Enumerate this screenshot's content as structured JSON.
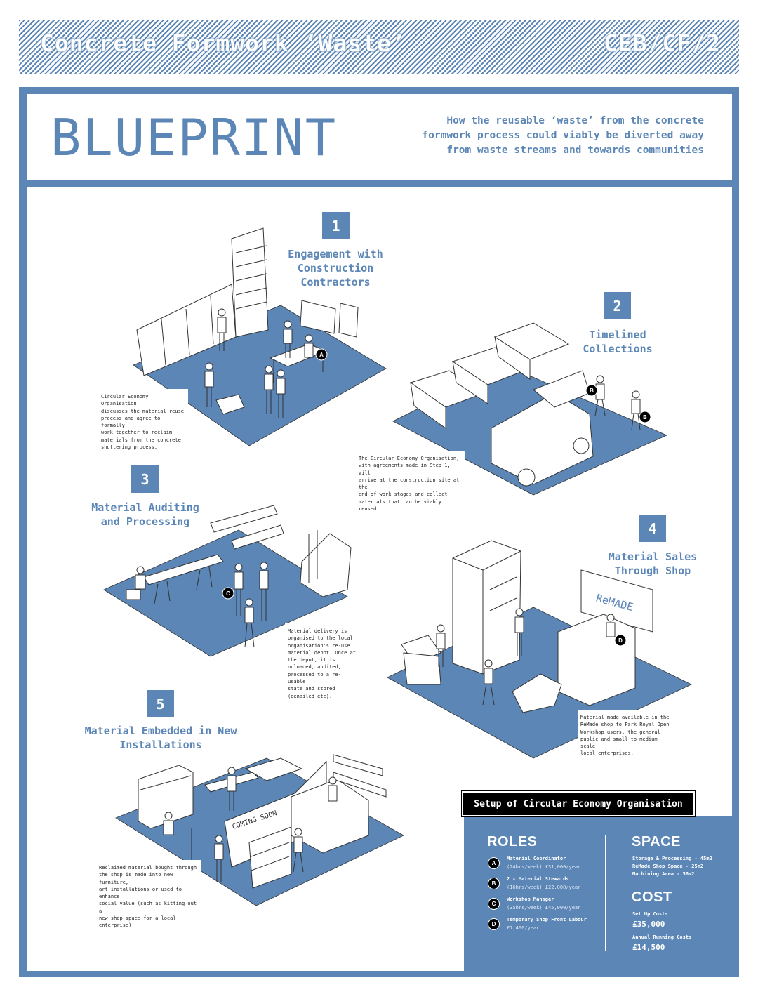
{
  "header": {
    "title": "Concrete Formwork ‘Waste’",
    "code": "CEB/CF/2"
  },
  "title_panel": {
    "title": "BLUEPRINT",
    "subtitle_lines": [
      "How the reusable ‘waste’ from the concrete",
      "formwork process could viably be diverted away",
      "from waste streams and towards communities"
    ]
  },
  "steps": [
    {
      "number": "1",
      "title_lines": [
        "Engagement with",
        "Construction",
        "Contractors"
      ],
      "caption_lines": [
        "Circular Economy Organisation",
        "discusses the material reuse",
        "process and agree to formally",
        "work together to reclaim",
        "materials from the concrete",
        "shuttering process."
      ]
    },
    {
      "number": "2",
      "title_lines": [
        "Timelined",
        "Collections"
      ],
      "caption_lines": [
        "The Circular Economy Organisation,",
        "with agreements made in Step 1, will",
        "arrive at the construction site at the",
        "end of work stages and collect",
        "materials that can be viably reused."
      ]
    },
    {
      "number": "3",
      "title_lines": [
        "Material Auditing",
        "and Processing"
      ],
      "caption_lines": [
        "Material delivery is",
        "organised to the local",
        "organisation's re-use",
        "material depot. Once at",
        "the depot, it is",
        "unloaded, audited,",
        "processed to a re-usable",
        "state and stored",
        "(denailed etc)."
      ]
    },
    {
      "number": "4",
      "title_lines": [
        "Material Sales",
        "Through Shop"
      ],
      "caption_lines": [
        "Material made available in the",
        "ReMade shop to Park Royal Open",
        "Workshop users, the general",
        "public and small to medium scale",
        "local enterprises."
      ]
    },
    {
      "number": "5",
      "title_lines": [
        "Material Embedded in New",
        "Installations"
      ],
      "caption_lines": [
        "Reclaimed material bought through",
        "the shop is made into new furniture,",
        "art installations or used to enhance",
        "social value (such as kitting out a",
        "new shop space for a local",
        "enterprise)."
      ]
    }
  ],
  "scene_labels": {
    "marker_a": "A",
    "marker_b": "B",
    "marker_c": "C",
    "marker_d": "D",
    "shop_sign": "ReMADE",
    "coming_soon": "COMING SOON"
  },
  "setup": {
    "title": "Setup of Circular Economy Organisation",
    "roles_heading": "ROLES",
    "roles": [
      {
        "badge": "A",
        "name": "Material Coordinator",
        "detail": "(24hrs/week) £31,000/year"
      },
      {
        "badge": "B",
        "name": "2 x Material Stewards",
        "detail": "(16hrs/week) £22,000/year"
      },
      {
        "badge": "C",
        "name": "Workshop Manager",
        "detail": "(35hrs/week) £45,000/year"
      },
      {
        "badge": "D",
        "name": "Temporary Shop Front Labour",
        "detail": "£7,400/year"
      }
    ],
    "space_heading": "SPACE",
    "space_lines": [
      "Storage & Processing - 45m2",
      "ReMade Shop Space - 25m2",
      "Machining Area - 50m2"
    ],
    "cost_heading": "COST",
    "setup_cost_label": "Set Up Costs",
    "setup_cost_value": "£35,000",
    "running_cost_label": "Annual Running Costs",
    "running_cost_value": "£14,500"
  },
  "colors": {
    "accent": "#5b86b6",
    "ink": "#222222",
    "badge": "#000000"
  }
}
